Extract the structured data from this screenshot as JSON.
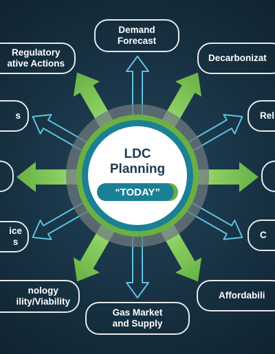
{
  "diagram": {
    "center": {
      "title_line1": "LDC",
      "title_line2": "Planning",
      "badge": "“TODAY”"
    },
    "nodes": [
      {
        "id": "demand-forecast",
        "label": "Demand\nForecast",
        "color": "teal"
      },
      {
        "id": "decarbonization",
        "label": "Decarbonizat",
        "color": "green"
      },
      {
        "id": "reliability",
        "label": "Rel",
        "color": "teal"
      },
      {
        "id": "right-mid",
        "label": "",
        "color": "green"
      },
      {
        "id": "right-lower",
        "label": "C",
        "color": "teal"
      },
      {
        "id": "affordability",
        "label": "Affordabili",
        "color": "green"
      },
      {
        "id": "gas-market",
        "label": "Gas Market\nand Supply",
        "color": "teal"
      },
      {
        "id": "technology",
        "label": "nology\nility/Viability",
        "color": "green"
      },
      {
        "id": "left-lower",
        "label": "ice\ns",
        "color": "teal"
      },
      {
        "id": "left-mid",
        "label": "",
        "color": "green"
      },
      {
        "id": "left-upper",
        "label": "s",
        "color": "teal"
      },
      {
        "id": "regulatory",
        "label": "Regulatory\native Actions",
        "color": "green"
      }
    ]
  },
  "colors": {
    "background": "#193547",
    "teal": "#1b7f95",
    "green": "#4e9a39",
    "arrow_green": "#7cc35a",
    "arrow_outline": "#5ec3e0",
    "center_text": "#1a3a4e"
  }
}
